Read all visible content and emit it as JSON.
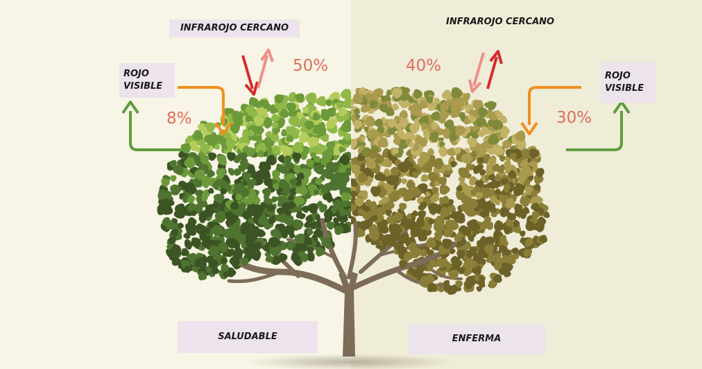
{
  "healthy": {
    "status_label": "SALUDABLE",
    "nir_label": "INFRAROJO CERCANO",
    "nir_percent": "50%",
    "red_label": "ROJO\nVISIBLE",
    "red_percent": "8%"
  },
  "diseased": {
    "status_label": "ENFERMA",
    "nir_label": "INFRAROJO CERCANO",
    "nir_percent": "40%",
    "red_label": "ROJO\nVISIBLE",
    "red_percent": "30%"
  },
  "colors": {
    "bg_left": "#f8f5e6",
    "bg_right": "#efecd8",
    "label_bg": "#ece3ec",
    "percent_text": "#e06c5c",
    "arrow_red_dark": "#d62a2a",
    "arrow_red_light": "#ee8e8a",
    "arrow_orange": "#f08f1e",
    "arrow_green": "#5e9c3c",
    "trunk": "#7d6c58",
    "foliage_healthy": [
      "#3c5424",
      "#4f7430",
      "#6c9a3a",
      "#8fb848",
      "#b6cc5a"
    ],
    "foliage_diseased": [
      "#6c6228",
      "#8a7e38",
      "#a99a4e",
      "#c2b266",
      "#7e8a3a"
    ]
  }
}
